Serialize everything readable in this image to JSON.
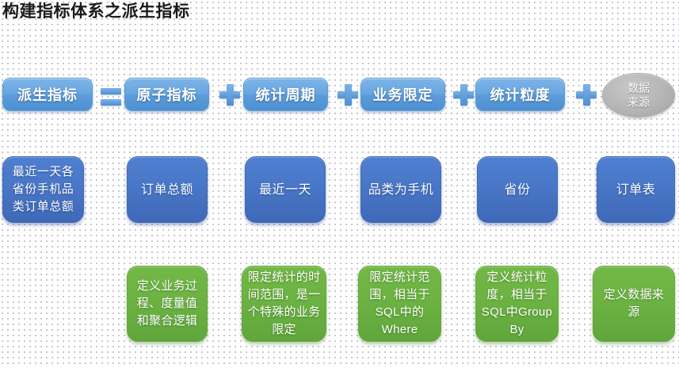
{
  "page": {
    "title": "构建指标体系之派生指标",
    "background": "#ffffff",
    "colors": {
      "title_text": "#1a1a1a",
      "pill_blue": "#5b9bd8",
      "box_blue": "#4a78c8",
      "box_green": "#6cb343",
      "ellipse_gray": "#b5b5b5"
    }
  },
  "formula_row": {
    "items": [
      {
        "label": "派生指标",
        "kind": "pill"
      },
      {
        "label": "=",
        "kind": "operator-equal"
      },
      {
        "label": "原子指标",
        "kind": "pill"
      },
      {
        "label": "+",
        "kind": "operator-plus"
      },
      {
        "label": "统计周期",
        "kind": "pill"
      },
      {
        "label": "+",
        "kind": "operator-plus"
      },
      {
        "label": "业务限定",
        "kind": "pill"
      },
      {
        "label": "+",
        "kind": "operator-plus"
      },
      {
        "label": "统计粒度",
        "kind": "pill"
      },
      {
        "label": "+",
        "kind": "operator-plus"
      },
      {
        "label": "数据来源",
        "kind": "ellipse",
        "line1": "数据",
        "line2": "来源"
      }
    ]
  },
  "example_row": {
    "items": [
      {
        "label": "最近一天各省份手机品类订单总额"
      },
      {
        "label": "订单总额"
      },
      {
        "label": "最近一天"
      },
      {
        "label": "品类为手机"
      },
      {
        "label": "省份"
      },
      {
        "label": "订单表"
      }
    ]
  },
  "definition_row": {
    "items": [
      {
        "label": "定义业务过程、度量值和聚合逻辑"
      },
      {
        "label": "限定统计的时间范围，是一个特殊的业务限定"
      },
      {
        "label": "限定统计范围，相当于SQL中的Where"
      },
      {
        "label": "定义统计粒度，相当于SQL中Group By"
      },
      {
        "label": "定义数据来源"
      }
    ]
  }
}
